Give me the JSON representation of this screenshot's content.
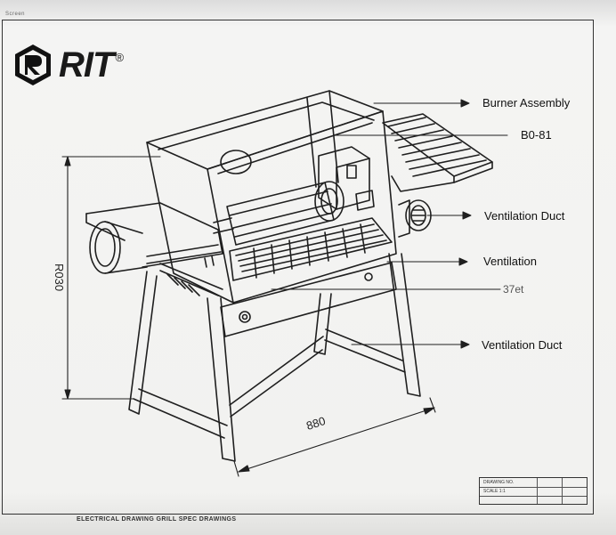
{
  "header": {
    "top_label": "Screen"
  },
  "brand": {
    "name": "RIT",
    "registered_mark": "®"
  },
  "callouts": {
    "burner_assembly": "Burner Assembly",
    "part_code": "B0-81",
    "ventilation_duct_1": "Ventilation Duct",
    "ventilation": "Ventilation",
    "dimension_note": "37et",
    "ventilation_duct_2": "Ventilation Duct"
  },
  "dimensions": {
    "height": "R030",
    "width": "880"
  },
  "footer": {
    "drawing_note": "ELECTRICAL DRAWING GRILL SPEC DRAWINGS"
  },
  "title_block": {
    "row1": "DRAWING NO.",
    "row2": "SCALE 1:1"
  },
  "colors": {
    "line": "#1f1f1f",
    "paper": "#f2f2f0"
  }
}
